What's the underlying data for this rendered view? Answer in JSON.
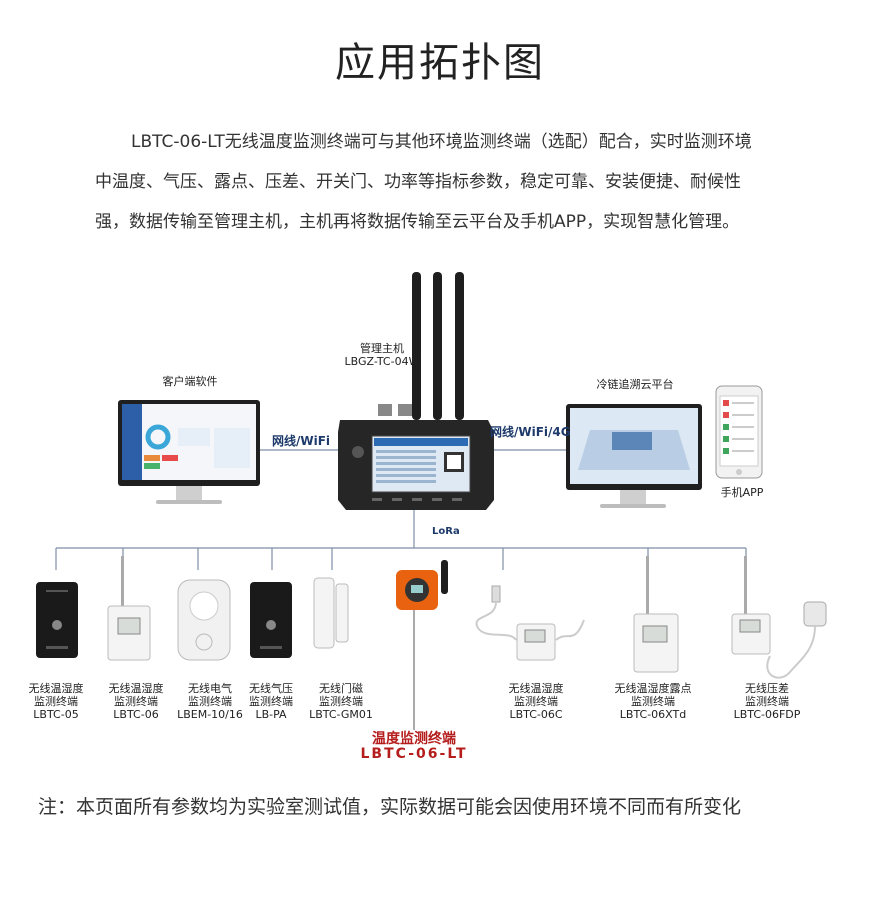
{
  "page": {
    "title": "应用拓扑图",
    "intro": [
      "LBTC-06-LT无线温度监测终端可与其他环境监测终端（选配）配合，实时监测环境",
      "中温度、气压、露点、压差、开关门、功率等指标参数，稳定可靠、安装便捷、耐候性",
      "强，数据传输至管理主机，主机再将数据传输至云平台及手机APP，实现智慧化管理。"
    ],
    "note": "注：本页面所有参数均为实验室测试值，实际数据可能会因使用环境不同而有所变化"
  },
  "topology": {
    "host": {
      "line1": "管理主机",
      "line2": "LBGZ-TC-04W"
    },
    "client": "客户端软件",
    "cloud": "冷链追溯云平台",
    "app": "手机APP",
    "link_left": "网线/WiFi",
    "link_right": "网线/WiFi/4G",
    "lora": "LoRa",
    "featured": {
      "name": "温度监测终端",
      "model": "LBTC-06-LT"
    },
    "devices": [
      {
        "line1": "无线温湿度",
        "line2": "监测终端",
        "model": "LBTC-05"
      },
      {
        "line1": "无线温湿度",
        "line2": "监测终端",
        "model": "LBTC-06"
      },
      {
        "line1": "无线电气",
        "line2": "监测终端",
        "model": "LBEM-10/16"
      },
      {
        "line1": "无线气压",
        "line2": "监测终端",
        "model": "LB-PA"
      },
      {
        "line1": "无线门磁",
        "line2": "监测终端",
        "model": "LBTC-GM01"
      },
      {
        "line1": "无线温湿度",
        "line2": "监测终端",
        "model": "LBTC-06C"
      },
      {
        "line1": "无线温湿度露点",
        "line2": "监测终端",
        "model": "LBTC-06XTd"
      },
      {
        "line1": "无线压差",
        "line2": "监测终端",
        "model": "LBTC-06FDP"
      }
    ]
  },
  "colors": {
    "line": "#7f8ea3",
    "featured": "#b51d1d",
    "orange": "#e8620f",
    "dark": "#2b2b2b"
  }
}
